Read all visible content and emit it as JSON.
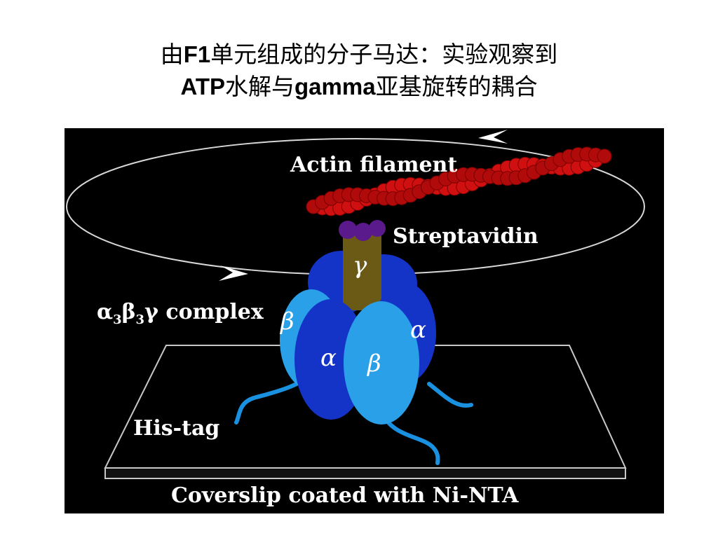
{
  "title": {
    "line1": [
      "由",
      "F1",
      "单元组成的分子马达：实验观察到"
    ],
    "line2": [
      "ATP",
      "水解与",
      "gamma",
      "亚基旋转的耦合"
    ]
  },
  "diagram": {
    "labels": {
      "actin": "Actin filament",
      "streptavidin": "Streptavidin",
      "complex_a": "α",
      "complex_sub1": "3",
      "complex_b": "β",
      "complex_sub2": "3",
      "complex_g": "γ",
      "complex_word": " complex",
      "histag": "His-tag",
      "coverslip": "Coverslip coated with Ni-NTA"
    },
    "subunits": {
      "gamma": "γ",
      "beta_left": "β",
      "alpha_right": "α",
      "alpha_front": "α",
      "beta_front": "β"
    },
    "colors": {
      "background": "#000000",
      "actin": "#d01010",
      "streptavidin": "#5a1a8c",
      "gamma": "#6b5a16",
      "alpha": "#1434c8",
      "beta": "#2aa0e8",
      "his_tag": "#1a90e0"
    }
  }
}
